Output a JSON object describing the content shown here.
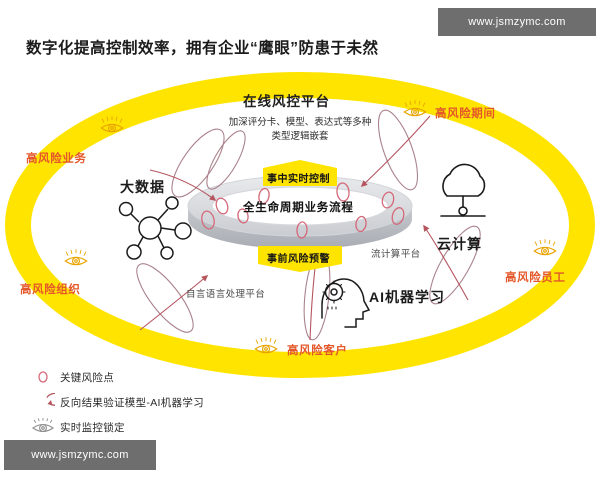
{
  "watermarks": {
    "top": "www.jsmzymc.com",
    "bottom": "www.jsmzymc.com"
  },
  "title": "数字化提高控制效率，拥有企业“鹰眼”防患于未然",
  "header": {
    "platform": "在线风控平台",
    "sub_line1": "加深评分卡、模型、表达式等多种",
    "sub_line2": "类型逻辑嵌套"
  },
  "center": {
    "ring_label": "全生命周期业务流程",
    "banner_top": "事中实时控制",
    "banner_bottom": "事前风险预警"
  },
  "risk_labels": [
    {
      "id": "high-risk-business",
      "text": "高风险业务"
    },
    {
      "id": "high-risk-period",
      "text": "高风险期间"
    },
    {
      "id": "high-risk-organization",
      "text": "高风险组织"
    },
    {
      "id": "high-risk-employee",
      "text": "高风险员工"
    },
    {
      "id": "high-risk-customer",
      "text": "高风险客户"
    }
  ],
  "tech_labels": [
    {
      "id": "big-data",
      "text": "大数据"
    },
    {
      "id": "cloud-computing",
      "text": "云计算"
    },
    {
      "id": "ai-machine-learning",
      "text": "AI机器学习"
    }
  ],
  "platform_labels": [
    {
      "id": "stream-computing-platform",
      "text": "流计算平台"
    },
    {
      "id": "nlp-platform",
      "text": "自言语言处理平台"
    }
  ],
  "legend": [
    {
      "icon": "key-risk-point-icon",
      "text": "关键风险点"
    },
    {
      "icon": "reverse-validation-arrow-icon",
      "text": "反向结果验证模型-AI机器学习"
    },
    {
      "icon": "eye-monitor-icon",
      "text": "实时监控锁定"
    }
  ],
  "colors": {
    "brand_yellow": "#FFE400",
    "risk_orange": "#E4572A",
    "eye_gold": "#E8A400",
    "ring_gray": "#BCBFC4",
    "arrow_mauve": "#A9828C",
    "watermark_gray": "#6E6E6E"
  }
}
